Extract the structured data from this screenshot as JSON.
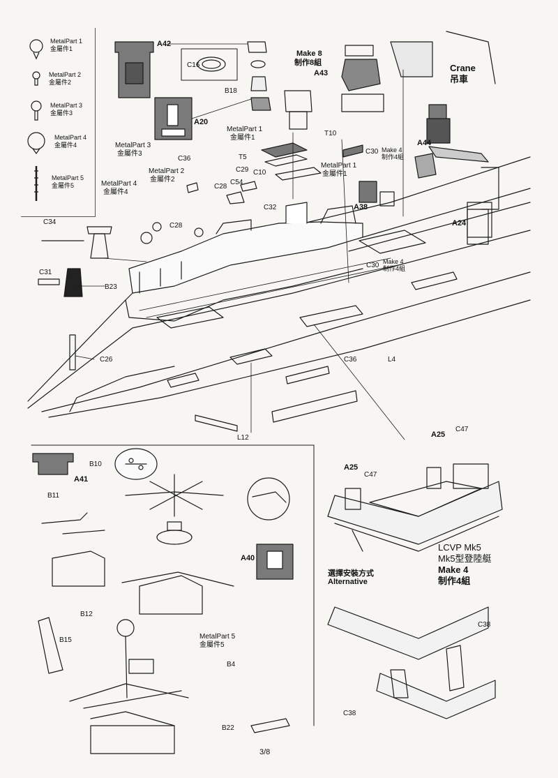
{
  "page": {
    "number": "3/8"
  },
  "legend": [
    {
      "name": "MetalPart 1",
      "cn": "金屬件1"
    },
    {
      "name": "MetalPart 2",
      "cn": "金屬件2"
    },
    {
      "name": "MetalPart 3",
      "cn": "金屬件3"
    },
    {
      "name": "MetalPart 4",
      "cn": "金屬件4"
    },
    {
      "name": "MetalPart 5",
      "cn": "金屬件5"
    }
  ],
  "top": {
    "a42": "A42",
    "c16": "C16",
    "b18": "B18",
    "a20": "A20",
    "make8": "Make 8",
    "make8_cn": "制作8組",
    "a43": "A43",
    "crane": "Crane",
    "crane_cn": "吊車",
    "mp1_name": "MetalPart 1",
    "mp1_cn": "金屬件1",
    "t5": "T5",
    "t10": "T10",
    "c29": "C29",
    "c10": "C10",
    "c54": "C54",
    "c28a": "C28",
    "mp1b_name": "MetalPart 1",
    "mp1b_cn": "金屬件1",
    "c30": "C30",
    "make4": "Make 4",
    "make4_cn": "制作4組",
    "a44": "A44",
    "c32": "C32",
    "a38": "A38",
    "a24": "A24",
    "mp3_name": "MetalPart 3",
    "mp3_cn": "金屬件3",
    "c36a": "C36",
    "mp2_name": "MetalPart 2",
    "mp2_cn": "金屬件2",
    "mp4_name": "MetalPart 4",
    "mp4_cn": "金屬件4",
    "c28b": "C28",
    "c34": "C34",
    "c31": "C31",
    "b23": "B23",
    "c30b": "C30",
    "make4b": "Make 4",
    "make4b_cn": "制作4組",
    "c26": "C26",
    "c36b": "C36",
    "l4": "L4",
    "l12": "L12"
  },
  "bottom_left": {
    "b10": "B10",
    "a41": "A41",
    "b11": "B11",
    "a40": "A40",
    "b12": "B12",
    "b15": "B15",
    "mp5_name": "MetalPart 5",
    "mp5_cn": "金屬件5",
    "b4": "B4",
    "b22": "B22"
  },
  "bottom_right": {
    "a25a": "A25",
    "c47a": "C47",
    "a25b": "A25",
    "c47b": "C47",
    "lcvp_title": "LCVP Mk5",
    "lcvp_cn": "Mk5型登陸艇",
    "make4": "Make 4",
    "make4_cn": "制作4組",
    "alt_cn": "選擇安裝方式",
    "alt": "Alternative",
    "c38a": "C38",
    "c38b": "C38"
  }
}
